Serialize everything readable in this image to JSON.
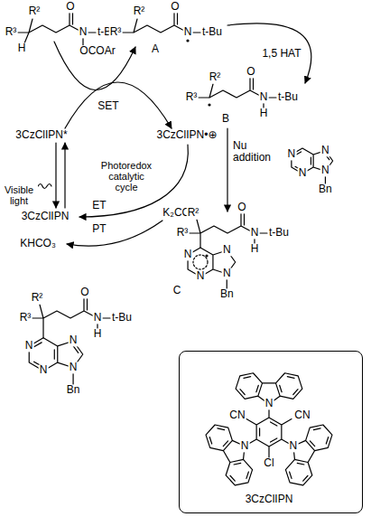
{
  "diagram": {
    "nodes": [
      {
        "text": [
          "N",
          "CN",
          "CN",
          "N",
          "N",
          "Cl",
          "3CzClIPN"
        ]
      }
    ],
    "labels": [
      "R²",
      "R³",
      "H",
      "O",
      "N",
      "t-Bu",
      "OCOAr",
      "R²",
      "R³",
      "O",
      "N",
      "t-Bu",
      "A",
      "1,5 HAT",
      "SET",
      "R²",
      "R³",
      "O",
      "N",
      "t-Bu",
      "H",
      "B",
      "3CzClIPN*",
      "3CzClIPN•⊕",
      "Photoredox catalytic cycle",
      "Visible light",
      "3CzClIPN",
      "K₂CO₃",
      "ET",
      "PT",
      "KHCO₃",
      "Nu addition",
      "N",
      "N",
      "N",
      "N",
      "Bn",
      "R²",
      "R³",
      "O",
      "N",
      "t-Bu",
      "H",
      "N",
      "N",
      "N",
      "N",
      "Bn",
      "C",
      "R²",
      "R³",
      "O",
      "N",
      "t-Bu",
      "H",
      "N",
      "N",
      "N",
      "N",
      "Bn"
    ]
  }
}
